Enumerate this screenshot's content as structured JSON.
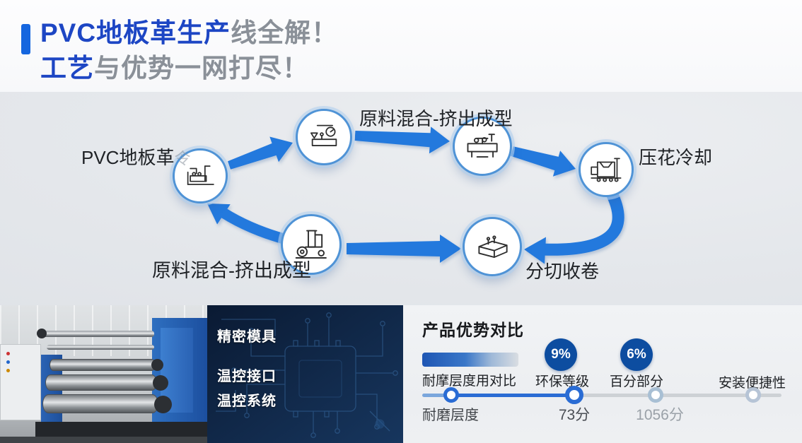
{
  "header": {
    "line1_blue": "PVC地板革生产",
    "line1_gray": "线全解！",
    "line2_blue": "工艺",
    "line2_gray": "与优势一网打尽！"
  },
  "flow": {
    "labels": {
      "left": "PVC地板革",
      "left_ghost": "令",
      "top": "原料混合-挤出成型",
      "right": "压花冷却",
      "bottom_right": "分切收卷",
      "bottom_left": "原料混合-挤出成型"
    }
  },
  "machine_panel": {
    "feature1": "精密模具",
    "feature2": "温控接口",
    "feature3": "温控系统"
  },
  "advantage": {
    "title": "产品优势对比",
    "bar_label": "耐摩层度用对比",
    "badge1": {
      "value": "9%",
      "label": "环保等级"
    },
    "badge2": {
      "value": "6%",
      "label": "百分部分"
    },
    "right_label": "安装便捷性",
    "scale_label": "耐磨层度",
    "score1": "73分",
    "score2": "1056分"
  },
  "colors": {
    "accent_blue": "#1566df",
    "title_blue": "#1d46c4",
    "title_gray": "#8a9098",
    "arrow_blue": "#2379dd",
    "badge_blue": "#0d4da0",
    "timeline_blue": "#2a6cd4",
    "panel_navy": "#0a1a33"
  }
}
